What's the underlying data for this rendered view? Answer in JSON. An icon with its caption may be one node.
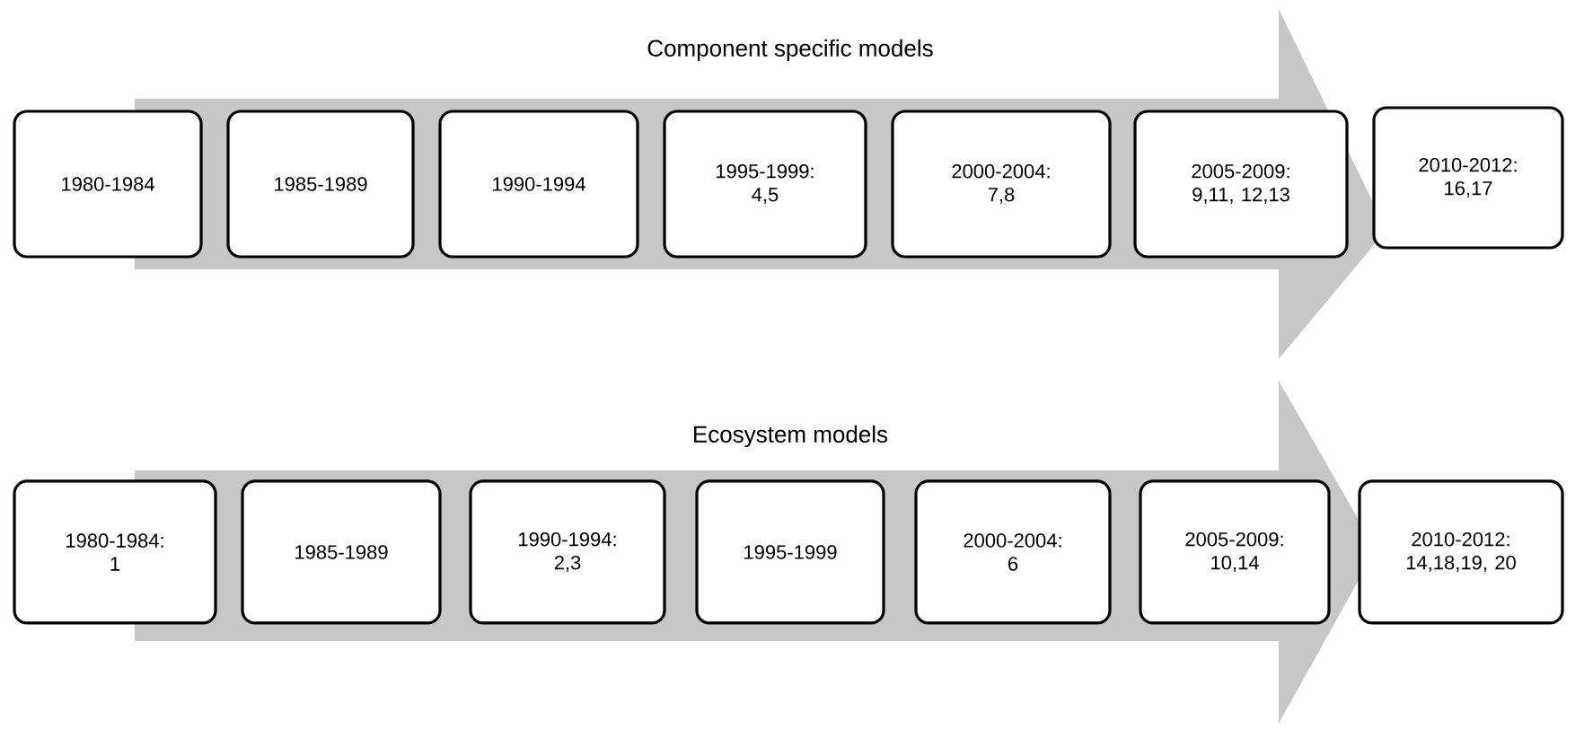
{
  "diagram": {
    "nodes": [
      {
        "text": [
          "Component specific models"
        ]
      },
      {
        "text": [
          "1980-1984"
        ]
      },
      {
        "text": [
          "1985-1989"
        ],
        "in": 0
      },
      {
        "text": [
          "1990-1994"
        ],
        "in": 0
      },
      {
        "text": [
          "1995-1999: 4,5"
        ],
        "in": 0
      },
      {
        "text": [
          "2000-2004: 7,8"
        ],
        "in": 0
      },
      {
        "text": [
          "2005-2009: 9,11, 12,13"
        ],
        "in": 0
      },
      {
        "text": [
          "2010-2012: 16,17"
        ]
      },
      {
        "text": [
          "Ecosystem models"
        ]
      },
      {
        "text": [
          "1980-1984: 1"
        ]
      },
      {
        "text": [
          "1985-1989"
        ],
        "in": 8
      },
      {
        "text": [
          "1990-1994: 2,3"
        ],
        "in": 8
      },
      {
        "text": [
          "1995-1999"
        ],
        "in": 8
      },
      {
        "text": [
          "2000-2004: 6"
        ],
        "in": 8
      },
      {
        "text": [
          "2005-2009: 10,14"
        ],
        "in": 8
      },
      {
        "text": [
          "2010-2012: 14,18,19, 20"
        ]
      }
    ]
  }
}
